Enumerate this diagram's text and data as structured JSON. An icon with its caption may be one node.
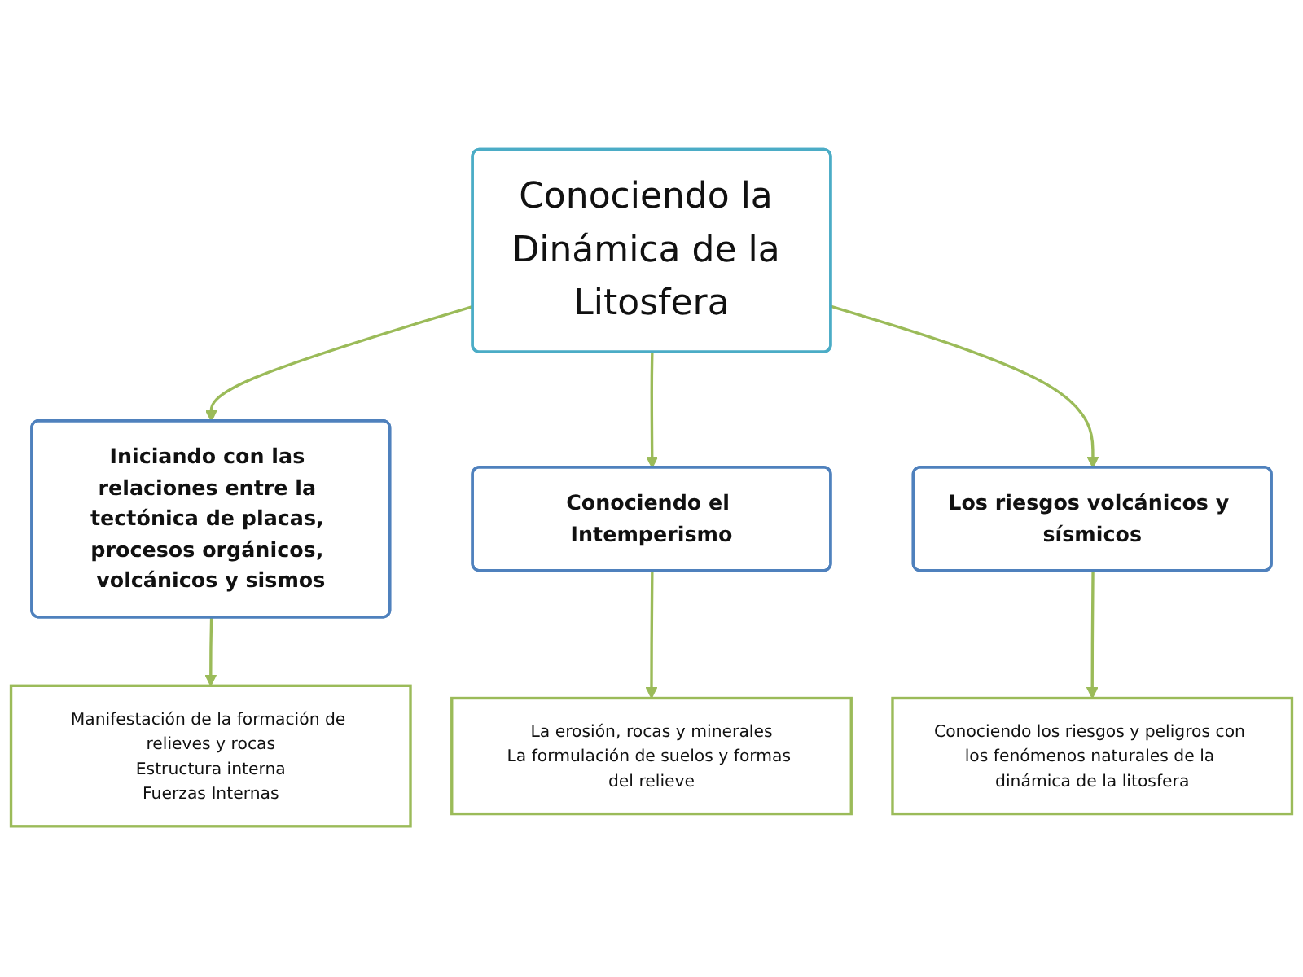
{
  "diagram": {
    "nodes": [
      {
        "text": [
          "Conociendo la Dinámica de la Litosfera"
        ]
      },
      {
        "text": [
          "Iniciando con las relaciones entre la tectónica de placas, procesos orgánicos, volcánicos y sismos"
        ]
      },
      {
        "text": [
          "Conociendo el Intemperismo"
        ]
      },
      {
        "text": [
          "Los riesgos volcánicos y sísmicos"
        ]
      },
      {
        "text": [
          "Manifestación de la formación de relieves y rocas",
          "Estructura interna",
          "Fuerzas Internas"
        ]
      },
      {
        "text": [
          "La erosión, rocas y minerales",
          "La formulación de suelos y formas del relieve"
        ]
      },
      {
        "text": [
          "Conociendo los riesgos y peligros con los fenómenos naturales de la dinámica de la litosfera"
        ]
      }
    ],
    "edges": [
      {
        "from": 0,
        "to": 1,
        "arrow": "to"
      },
      {
        "from": 0,
        "to": 2,
        "arrow": "to"
      },
      {
        "from": 0,
        "to": 3,
        "arrow": "to"
      },
      {
        "from": 1,
        "to": 4,
        "arrow": "to"
      },
      {
        "from": 2,
        "to": 5,
        "arrow": "to"
      },
      {
        "from": 3,
        "to": 6,
        "arrow": "to"
      }
    ]
  }
}
